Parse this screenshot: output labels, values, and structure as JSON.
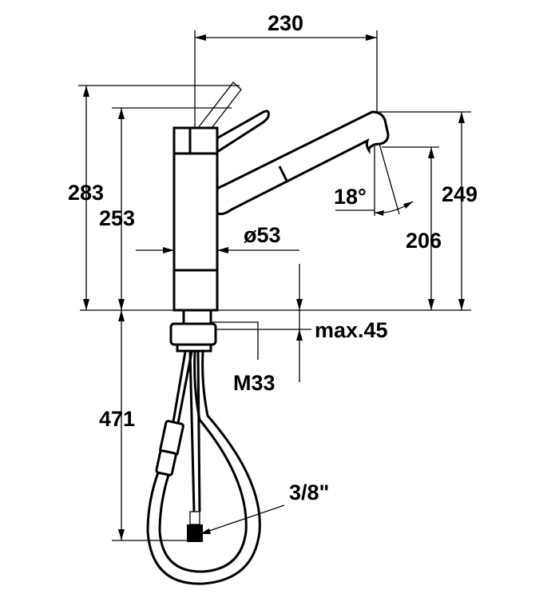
{
  "dimensions": {
    "width_top": "230",
    "height_lever": "283",
    "height_body": "253",
    "diameter": "ø53",
    "spout_angle": "18°",
    "spout_height": "249",
    "outlet_height": "206",
    "max_thickness": "max.45",
    "thread": "M33",
    "hose_length": "471",
    "connection": "3/8\""
  }
}
